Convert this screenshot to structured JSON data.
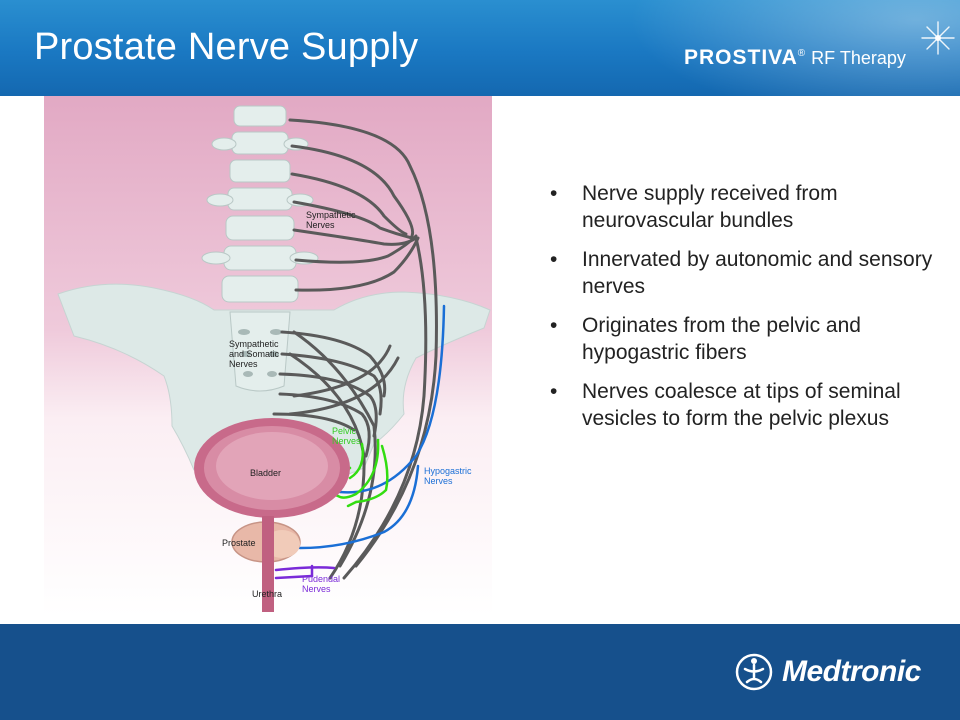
{
  "header": {
    "title": "Prostate Nerve Supply",
    "brand_name": "PROSTIVA",
    "brand_mark": "®",
    "brand_suffix": "RF Therapy",
    "header_color": "#1a78c2"
  },
  "diagram": {
    "labels": {
      "sympathetic": "Sympathetic\nNerves",
      "sympathetic_somatic": "Sympathetic\nand Somatic\nNerves",
      "pelvic": "Pelvic\nNerves",
      "hypogastric": "Hypogastric\nNerves",
      "bladder": "Bladder",
      "prostate": "Prostate",
      "pudendal": "Pudendal\nNerves",
      "urethra": "Urethra"
    },
    "colors": {
      "sympathetic_nerves": "#555555",
      "pelvic_nerves": "#33dd11",
      "hypogastric_nerves": "#1a6fd6",
      "pudendal_nerves": "#7a2ad8",
      "bladder": "#c06080",
      "bone": "#dce8e6",
      "background": "#e8b4cc"
    }
  },
  "bullets": [
    "Nerve supply received from neurovascular bundles",
    "Innervated by autonomic and sensory nerves",
    "Originates from the pelvic and hypogastric fibers",
    "Nerves coalesce at tips of seminal vesicles to form the pelvic plexus"
  ],
  "footer": {
    "logo_text": "Medtronic",
    "footer_color": "#16508c"
  }
}
